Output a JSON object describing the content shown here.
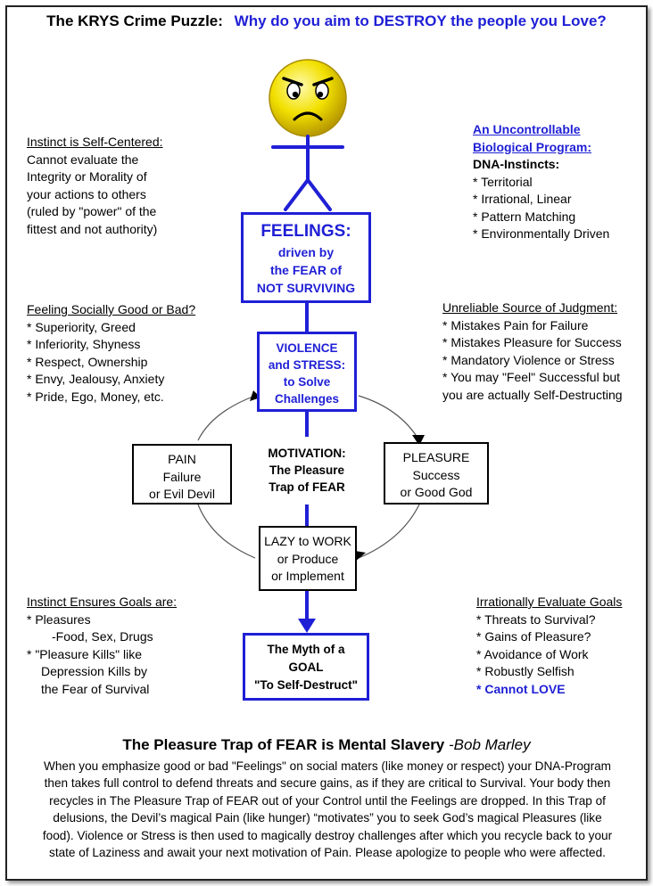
{
  "title": {
    "prefix": "The KRYS Crime Puzzle:",
    "question": "Why do you aim to DESTROY the people you Love?"
  },
  "instinct_self_centered": {
    "heading": "Instinct is Self-Centered:",
    "lines": [
      "Cannot evaluate the",
      "Integrity or Morality of",
      "your actions to others",
      "(ruled by \"power\" of the",
      "fittest and not authority)"
    ]
  },
  "biological_program": {
    "heading_line1": "An Uncontrollable",
    "heading_line2": "Biological Program:",
    "subheading": "DNA-Instincts:",
    "items": [
      "* Territorial",
      "* Irrational, Linear",
      "* Pattern Matching",
      "* Environmentally Driven"
    ]
  },
  "feelings_box": {
    "title": "FEELINGS:",
    "lines": [
      "driven by",
      "the FEAR of",
      "NOT SURVIVING"
    ]
  },
  "social_feeling": {
    "heading": "Feeling Socially Good or Bad?",
    "items": [
      "* Superiority, Greed",
      "* Inferiority, Shyness",
      "* Respect, Ownership",
      "* Envy, Jealousy, Anxiety",
      "* Pride, Ego, Money, etc."
    ]
  },
  "unreliable_judgment": {
    "heading": "Unreliable Source of Judgment:",
    "items": [
      "* Mistakes Pain for Failure",
      "* Mistakes Pleasure for Success",
      "* Mandatory Violence or Stress",
      "* You may \"Feel\" Successful but",
      "you are actually Self-Destructing"
    ]
  },
  "violence_box": {
    "lines": [
      "VIOLENCE",
      "and STRESS:",
      "to Solve",
      "Challenges"
    ]
  },
  "pain_box": {
    "lines": [
      "PAIN",
      "Failure",
      "or Evil Devil"
    ]
  },
  "pleasure_box": {
    "lines": [
      "PLEASURE",
      "Success",
      "or Good God"
    ]
  },
  "motivation": {
    "heading": "MOTIVATION:",
    "lines": [
      "The Pleasure",
      "Trap of FEAR"
    ]
  },
  "lazy_box": {
    "lines": [
      "LAZY to WORK",
      "or Produce",
      "or Implement"
    ]
  },
  "goal_box": {
    "lines": [
      "The Myth of a",
      "GOAL",
      "\"To Self-Destruct\""
    ]
  },
  "instinct_goals": {
    "heading": "Instinct Ensures Goals are:",
    "lines": [
      "* Pleasures",
      "-Food, Sex, Drugs",
      "* \"Pleasure Kills\" like",
      "Depression Kills by",
      "the Fear of Survival"
    ]
  },
  "irrational_goals": {
    "heading": "Irrationally Evaluate Goals",
    "items": [
      "* Threats to Survival?",
      "* Gains of Pleasure?",
      "* Avoidance of Work",
      "* Robustly Selfish"
    ],
    "last_item": "* Cannot LOVE"
  },
  "bottom": {
    "title": "The Pleasure Trap of FEAR  is  Mental Slavery",
    "author": "-Bob Marley",
    "paragraph_lines": [
      "When you emphasize good or bad \"Feelings\" on social maters (like money or respect) your DNA-Program",
      "then takes full control to defend threats and secure gains, as if they are critical to Survival. Your body then",
      "recycles in  The Pleasure Trap of FEAR  out of your Control  until  the Feelings are dropped.  In this Trap of",
      "delusions, the Devil’s  magical  Pain (like hunger) “motivates”  you to seek  God’s magical Pleasures (like",
      "food).  Violence or Stress is then used to magically destroy challenges after which you recycle back to your",
      "state of  Laziness  and await your next  motivation of Pain.  Please apologize to people who were  affected."
    ]
  },
  "colors": {
    "accent_blue": "#1f1fd6",
    "face_yellow": "#f2e000"
  }
}
